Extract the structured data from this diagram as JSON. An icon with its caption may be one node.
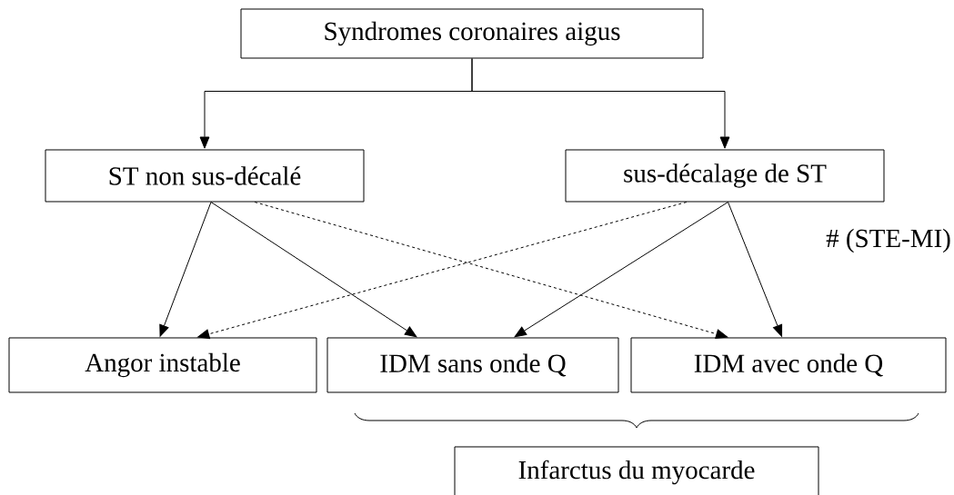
{
  "diagram": {
    "nodes": [
      {
        "text": [
          "Syndromes coronaires aigus"
        ]
      },
      {
        "text": [
          "ST non sus-décalé"
        ]
      },
      {
        "text": [
          "sus-décalage de ST"
        ]
      },
      {
        "text": [
          "Angor instable"
        ]
      },
      {
        "text": [
          "IDM sans onde Q"
        ]
      },
      {
        "text": [
          "IDM avec onde Q"
        ]
      },
      {
        "text": [
          "Infarctus du myocarde"
        ]
      }
    ],
    "edges": [
      {
        "from": 0,
        "to": 1,
        "arrow": "to"
      },
      {
        "from": 0,
        "to": 2,
        "arrow": "to"
      },
      {
        "from": 1,
        "to": 3,
        "arrow": "to"
      },
      {
        "from": 1,
        "to": 4,
        "arrow": "to"
      },
      {
        "from": 1,
        "to": 5,
        "arrow": "to",
        "style": "dashed"
      },
      {
        "from": 2,
        "to": 3,
        "arrow": "to",
        "style": "dashed"
      },
      {
        "from": 2,
        "to": 4,
        "arrow": "to"
      },
      {
        "from": 2,
        "to": 5,
        "arrow": "to"
      }
    ],
    "labels": [
      "# (STE-MI)"
    ]
  }
}
